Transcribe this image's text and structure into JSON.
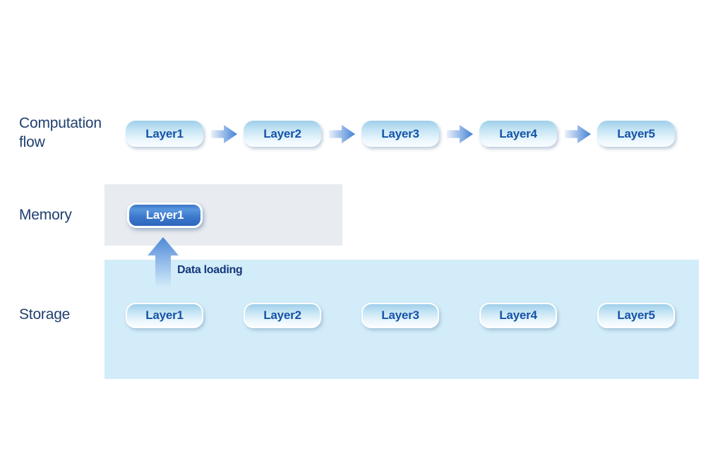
{
  "computation_flow": {
    "label": "Computation flow",
    "layers": [
      "Layer1",
      "Layer2",
      "Layer3",
      "Layer4",
      "Layer5"
    ]
  },
  "memory": {
    "label": "Memory",
    "loaded_layer": "Layer1"
  },
  "storage": {
    "label": "Storage",
    "layers": [
      "Layer1",
      "Layer2",
      "Layer3",
      "Layer4",
      "Layer5"
    ],
    "data_loading_label": "Data loading"
  },
  "colors": {
    "section_label_text": "#21406f",
    "layer_box_text": "#1553a8",
    "layer_box_gradient_top": "#9fcfe9",
    "layer_box_gradient_bottom": "#f9fdff",
    "memory_box_blue": "#3b77cc",
    "memory_box_text": "#ffffff",
    "memory_area_bg": "#e8ebf0",
    "storage_area_bg": "#d3ecf9",
    "arrow_blue": "#3e7ed6",
    "data_loading_text": "#15377c"
  }
}
